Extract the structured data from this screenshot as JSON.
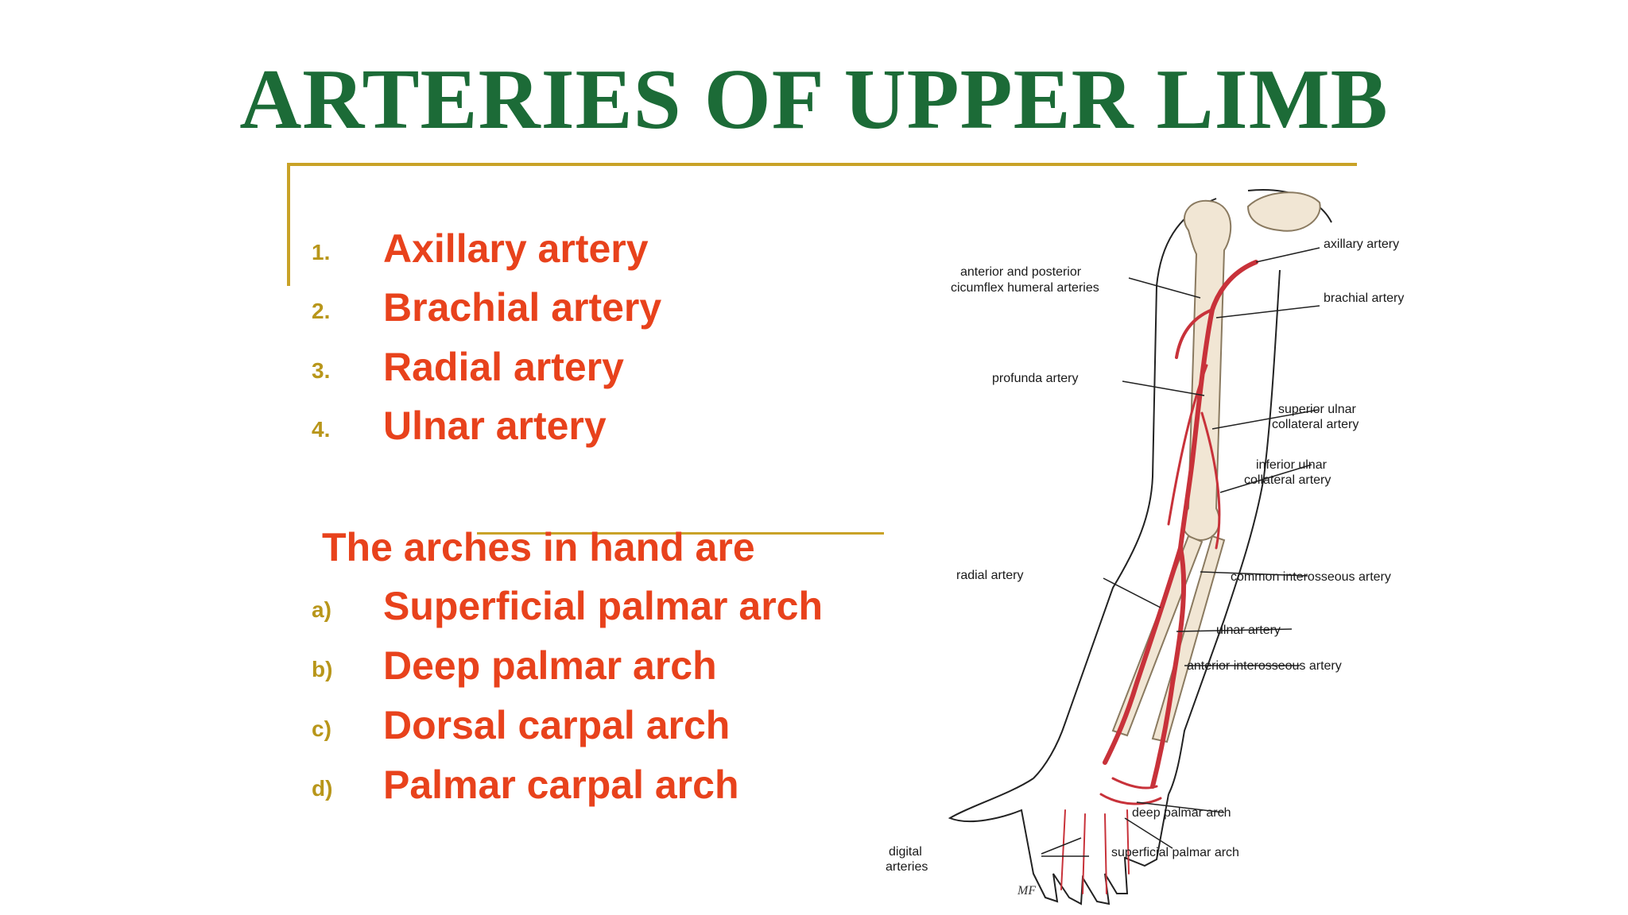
{
  "title": "ARTERIES OF UPPER LIMB",
  "arteries": [
    {
      "marker": "1.",
      "label": "Axillary artery"
    },
    {
      "marker": "2.",
      "label": "Brachial artery"
    },
    {
      "marker": "3.",
      "label": "Radial artery"
    },
    {
      "marker": "4.",
      "label": "Ulnar artery"
    }
  ],
  "arches_heading": "The arches in hand are",
  "arches": [
    {
      "marker": "a)",
      "label": "Superficial palmar arch"
    },
    {
      "marker": "b)",
      "label": "Deep palmar arch"
    },
    {
      "marker": "c)",
      "label": "Dorsal carpal arch"
    },
    {
      "marker": "d)",
      "label": "Palmar carpal arch"
    }
  ],
  "figure": {
    "labels": {
      "axillary": "axillary artery",
      "circumflex_1": "anterior and posterior",
      "circumflex_2": "cicumflex humeral arteries",
      "brachial": "brachial artery",
      "profunda": "profunda artery",
      "sup_ulnar_1": "superior ulnar",
      "sup_ulnar_2": "collateral artery",
      "inf_ulnar_1": "inferior ulnar",
      "inf_ulnar_2": "collateral artery",
      "radial": "radial artery",
      "common_interosseous": "common interosseous artery",
      "ulnar": "ulnar artery",
      "anterior_interosseous": "anterior interosseous artery",
      "deep_palmar": "deep palmar arch",
      "superficial_palmar": "superficial palmar arch",
      "digital_1": "digital",
      "digital_2": "arteries"
    },
    "signature": "MF"
  },
  "colors": {
    "title": "#1c6b37",
    "text": "#e8421c",
    "marker": "#b8961a",
    "rule": "#c9a227",
    "artery": "#c8323a"
  }
}
